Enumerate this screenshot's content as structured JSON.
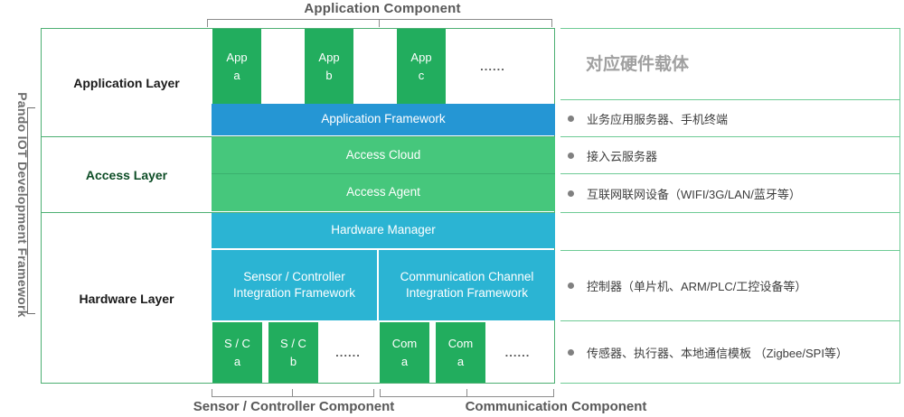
{
  "diagram": {
    "top_bracket_label": "Application Component",
    "left_vertical_label": "Pando IOT Development Framework",
    "bottom_brackets": [
      {
        "label": "Sensor / Controller Component"
      },
      {
        "label": "Communication Component"
      }
    ]
  },
  "layers": [
    {
      "name": "Application Layer"
    },
    {
      "name": "Access Layer"
    },
    {
      "name": "Hardware Layer"
    }
  ],
  "application_layer": {
    "apps": [
      {
        "line1": "App",
        "line2": "a"
      },
      {
        "line1": "App",
        "line2": "b"
      },
      {
        "line1": "App",
        "line2": "c"
      }
    ],
    "ellipsis": "......",
    "framework": "Application Framework"
  },
  "access_layer": {
    "cloud": "Access Cloud",
    "agent": "Access Agent"
  },
  "hardware_layer": {
    "manager": "Hardware Manager",
    "sensor_framework": "Sensor / Controller\nIntegration Framework",
    "sensor_framework_line1": "Sensor / Controller",
    "sensor_framework_line2": "Integration Framework",
    "comm_framework_line1": "Communication Channel",
    "comm_framework_line2": "Integration Framework",
    "sensor_chips": [
      {
        "line1": "S / C",
        "line2": "a"
      },
      {
        "line1": "S / C",
        "line2": "b"
      }
    ],
    "sensor_ellipsis": "......",
    "comm_chips": [
      {
        "line1": "Com",
        "line2": "a"
      },
      {
        "line1": "Com",
        "line2": "a"
      }
    ],
    "comm_ellipsis": "......"
  },
  "right_column": {
    "heading": "对应硬件载体",
    "rows": [
      {
        "text": "业务应用服务器、手机终端"
      },
      {
        "text": "接入云服务器"
      },
      {
        "text": "互联网联网设备（WIFI/3G/LAN/蓝牙等）"
      },
      {
        "text": "控制器（单片机、ARM/PLC/工控设备等）"
      },
      {
        "text": "传感器、执行器、本地通信模板 （Zigbee/SPI等）"
      }
    ]
  },
  "colors": {
    "green_chip": "#22ad5e",
    "green_light": "#46c77c",
    "blue": "#2596d4",
    "cyan": "#2bb4d3",
    "border_green": "#4caf72",
    "text_gray": "#595959"
  }
}
